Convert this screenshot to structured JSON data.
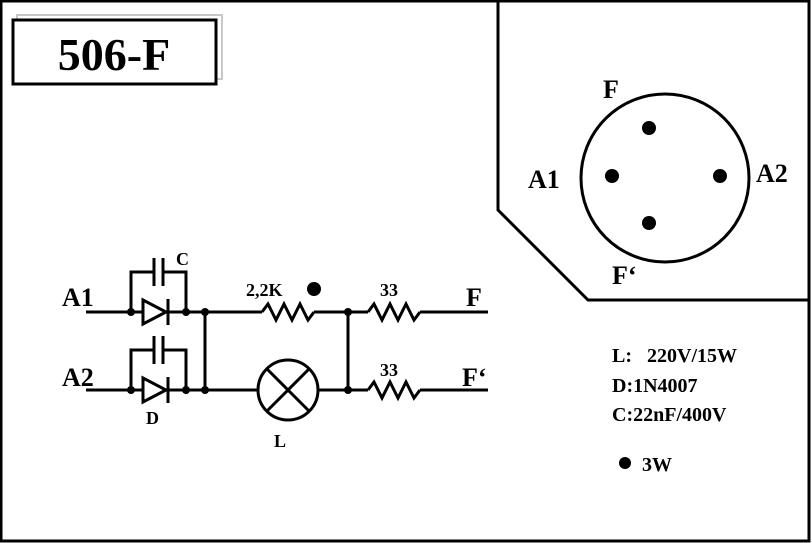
{
  "title": "506-F",
  "connector": {
    "pins": {
      "top": "F",
      "left": "A1",
      "right": "A2",
      "bottom": "F‘"
    }
  },
  "circuit": {
    "input_top": "A1",
    "input_bottom": "A2",
    "output_top": "F",
    "output_bottom": "F‘",
    "capacitor_label": "C",
    "diode_label": "D",
    "resistor_main": "2,2K",
    "resistor_top": "33",
    "resistor_bottom": "33",
    "lamp_label": "L"
  },
  "legend": {
    "line_l": "L:   220V/15W",
    "line_d": "D:1N4007",
    "line_c": "C:22nF/400V",
    "power_note": "3W"
  },
  "colors": {
    "ink": "#000000",
    "paper": "#ffffff",
    "shadow": "#c8c8c8"
  }
}
